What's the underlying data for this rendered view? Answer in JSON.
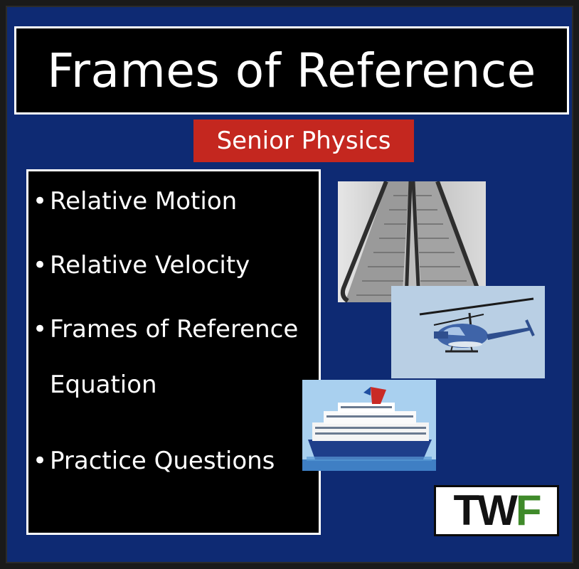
{
  "title": "Frames of Reference",
  "subtitle": "Senior Physics",
  "bullets": [
    {
      "text": "Relative Motion"
    },
    {
      "text": "Relative Velocity"
    },
    {
      "text": "Frames of Reference Equation"
    },
    {
      "text": "Practice Questions"
    }
  ],
  "photos": [
    {
      "icon": "escalator-photo"
    },
    {
      "icon": "helicopter-photo"
    },
    {
      "icon": "cruise-ship-photo"
    }
  ],
  "logo": {
    "left": "TW",
    "right": "F"
  },
  "colors": {
    "background": "#0e2a73",
    "title_box": "#000000",
    "subtitle_badge": "#c4271f",
    "logo_green": "#3f8a2a"
  }
}
